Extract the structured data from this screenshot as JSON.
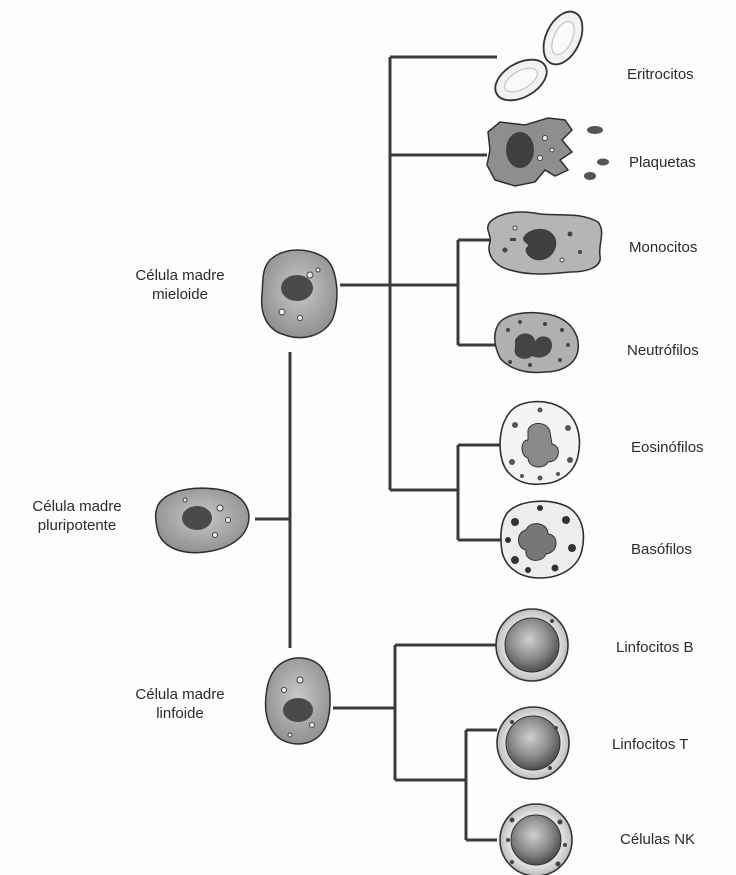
{
  "stem_cells": {
    "pluripotent": {
      "line1": "Célula madre",
      "line2": "pluripotente"
    },
    "myeloid": {
      "line1": "Célula madre",
      "line2": "mieloide"
    },
    "lymphoid": {
      "line1": "Célula madre",
      "line2": "linfoide"
    }
  },
  "cell_types": [
    {
      "name": "Eritrocitos",
      "icon": "erythrocyte-icon"
    },
    {
      "name": "Plaquetas",
      "icon": "platelet-icon"
    },
    {
      "name": "Monocitos",
      "icon": "monocyte-icon"
    },
    {
      "name": "Neutrófilos",
      "icon": "neutrophil-icon"
    },
    {
      "name": "Eosinófilos",
      "icon": "eosinophil-icon"
    },
    {
      "name": "Basófilos",
      "icon": "basophil-icon"
    },
    {
      "name": "Linfocitos B",
      "icon": "b-lymphocyte-icon"
    },
    {
      "name": "Linfocitos T",
      "icon": "t-lymphocyte-icon"
    },
    {
      "name": "Células NK",
      "icon": "nk-cell-icon"
    }
  ],
  "colors": {
    "line": "#3a3a3a",
    "cytoplasm": "#9a9a9a",
    "nucleus": "#4a4a4a",
    "outline": "#2e2e2e"
  }
}
